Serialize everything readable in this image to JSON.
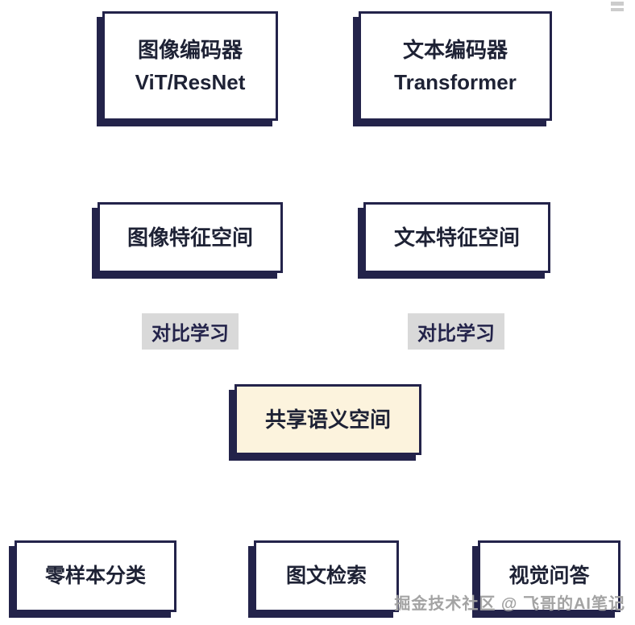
{
  "diagram": {
    "encoders": [
      {
        "line1": "图像编码器",
        "line2": "ViT/ResNet"
      },
      {
        "line1": "文本编码器",
        "line2": "Transformer"
      }
    ],
    "feature_spaces": [
      {
        "label": "图像特征空间"
      },
      {
        "label": "文本特征空间"
      }
    ],
    "contrastive": [
      {
        "label": "对比学习"
      },
      {
        "label": "对比学习"
      }
    ],
    "shared_space": {
      "label": "共享语义空间"
    },
    "applications": [
      {
        "label": "零样本分类"
      },
      {
        "label": "图文检索"
      },
      {
        "label": "视觉问答"
      }
    ]
  },
  "watermark": {
    "text": "掘金技术社区 @ 飞哥的AI笔记"
  },
  "colors": {
    "border": "#23234a",
    "box_background": "#ffffff",
    "shared_background": "#fcf3dd",
    "tag_background": "#d9d9d9",
    "text": "#1e2235",
    "watermark": "#a3a3a3"
  }
}
